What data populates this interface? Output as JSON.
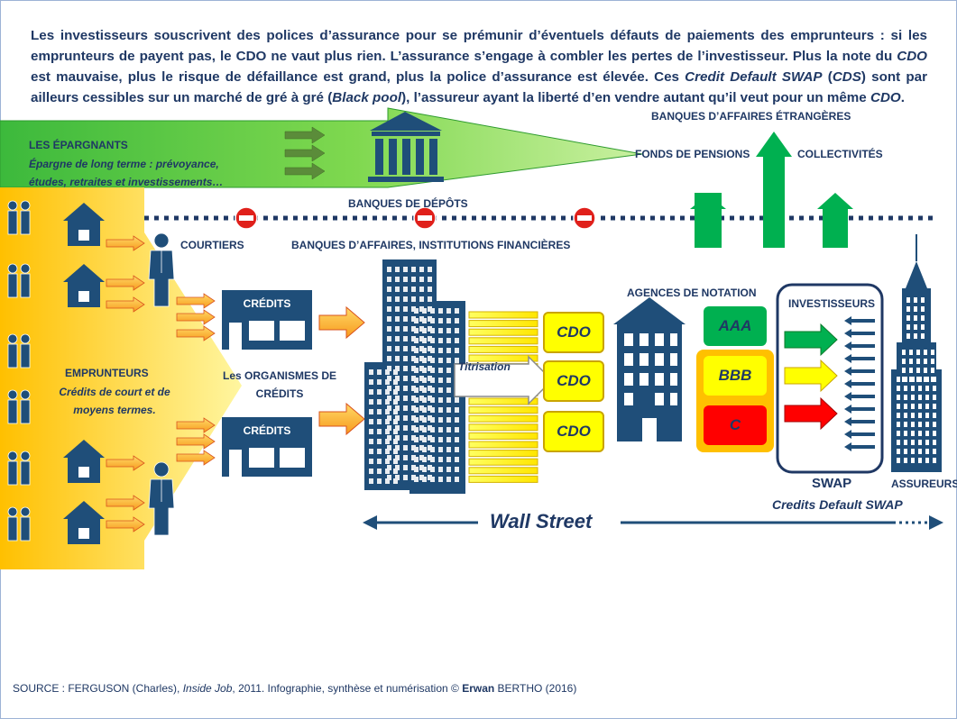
{
  "intro": {
    "p1": "Les investisseurs souscrivent des polices d’assurance pour se prémunir d’éventuels défauts de paiements des emprunteurs : si les emprunteurs de payent pas, le CDO ne vaut plus rien. L’assurance s’engage à combler les pertes de l’investisseur. Plus la note du ",
    "cdo1": "CDO",
    "p2": " est mauvaise, plus le risque de défaillance est grand, plus la police d’assurance est élevée. Ces ",
    "cds_name": "Credit Default SWAP",
    "p3": " (",
    "cds": "CDS",
    "p4": ") sont par ailleurs cessibles sur un marché de gré à gré (",
    "black_pool": "Black pool",
    "p5": "), l’assureur ayant la liberté d’en vendre autant qu’il veut pour un même ",
    "cdo2": "CDO",
    "p6": "."
  },
  "labels": {
    "epargnants": "LES ÉPARGNANTS",
    "epargnants_sub": "Épargne de long terme : prévoyance, études, retraites et investissements…",
    "banques_depots": "BANQUES DE DÉPÔTS",
    "banques_etrangeres": "BANQUES D’AFFAIRES ÉTRANGÈRES",
    "fonds_pensions": "FONDS DE PENSIONS",
    "collectivites": "COLLECTIVITÉS",
    "courtiers": "COURTIERS",
    "banques_affaires": "BANQUES D’AFFAIRES, INSTITUTIONS FINANCIÈRES",
    "agences_notation": "AGENCES DE NOTATION",
    "investisseurs": "INVESTISSEURS",
    "emprunteurs": "EMPRUNTEURS",
    "emprunteurs_sub": "Crédits de court et de moyens termes.",
    "organismes": "Les ORGANISMES DE CRÉDITS",
    "credits": "CRÉDITS",
    "titrisation": "Titrisation",
    "cdo": "CDO",
    "swap": "SWAP",
    "cds_full": "Credits Default SWAP",
    "assureurs": "ASSUREURS",
    "wall_street": "Wall Street"
  },
  "ratings": [
    "AAA",
    "BBB",
    "C"
  ],
  "colors": {
    "navy": "#1f3864",
    "green": "#00b050",
    "yellow": "#ffff00",
    "red": "#ff0000",
    "orange": "#ffc000",
    "rate_aaa": "#00b050",
    "rate_bbb": "#ffff00",
    "rate_c": "#ff0000"
  },
  "source": {
    "prefix": "SOURCE : FERGUSON (Charles), ",
    "work": "Inside Job",
    "middle": ", 2011. Infographie, synthèse et numérisation © ",
    "author_first": "Erwan",
    "author_last": " BERTHO (2016)"
  }
}
